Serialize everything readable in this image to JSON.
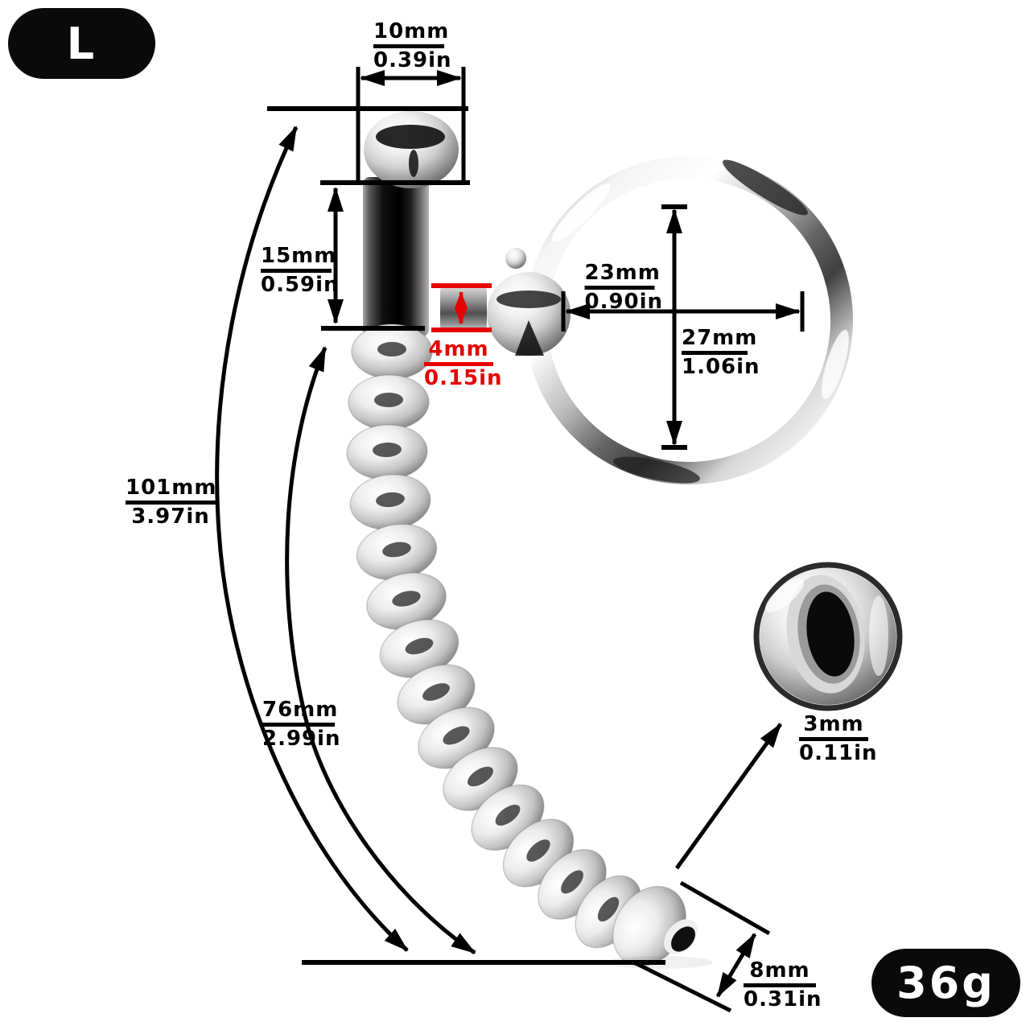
{
  "size_badge": "L",
  "weight_badge": "36g",
  "dims": {
    "head_width": {
      "mm": "10mm",
      "in": "0.39in"
    },
    "head_length": {
      "mm": "15mm",
      "in": "0.59in"
    },
    "groove_width": {
      "mm": "4mm",
      "in": "0.15in"
    },
    "ring_inner_diameter": {
      "mm": "23mm",
      "in": "0.90in"
    },
    "ring_outer_diameter": {
      "mm": "27mm",
      "in": "1.06in"
    },
    "total_length": {
      "mm": "101mm",
      "in": "3.97in"
    },
    "insertable_length": {
      "mm": "76mm",
      "in": "2.99in"
    },
    "hole_diameter": {
      "mm": "3mm",
      "in": "0.11in"
    },
    "tip_diameter": {
      "mm": "8mm",
      "in": "0.31in"
    }
  },
  "colors": {
    "annotation": "#000000",
    "highlight_red": "#e60000",
    "badge_bg": "#0a0a0a",
    "badge_text": "#ffffff",
    "background": "#ffffff"
  }
}
